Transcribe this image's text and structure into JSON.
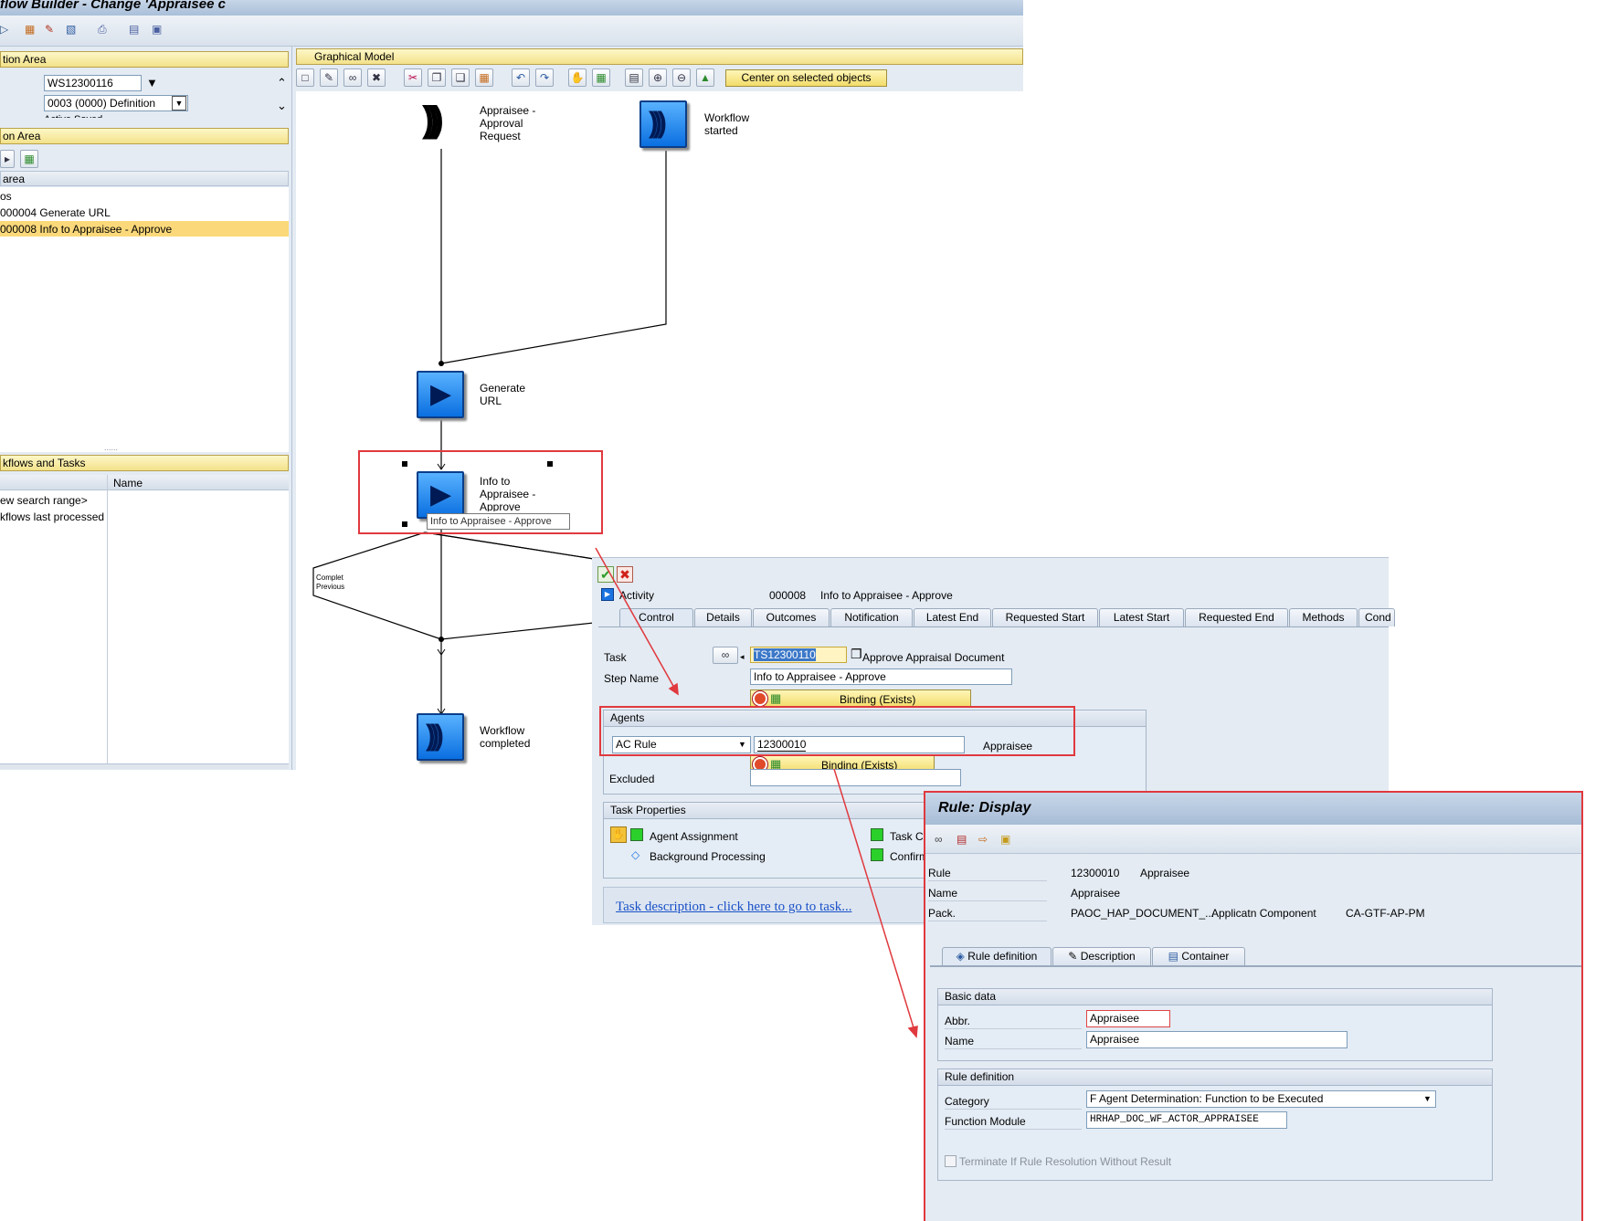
{
  "window": {
    "title": "flow Builder - Change 'Appraisee c"
  },
  "nav_area": {
    "header": "tion Area",
    "workflow_id": "WS12300116",
    "version": "0003 (0000) Definition",
    "cut_text": "Active Saved..."
  },
  "step_area": {
    "header": "on Area",
    "list_header": "area",
    "items": [
      "os",
      "000004 Generate URL",
      "000008 Info to Appraisee - Approve"
    ]
  },
  "tasks_area": {
    "header": "kflows and Tasks",
    "col_name": "Name",
    "items": [
      "ew search range>",
      "kflows last processed"
    ]
  },
  "graph": {
    "header": "Graphical Model",
    "center_button": "Center on selected objects",
    "nodes": {
      "event": "Appraisee -\nApproval\nRequest",
      "started": "Workflow\nstarted",
      "generate": "Generate\nURL",
      "info": "Info to\nAppraisee -\nApprove",
      "completed": "Workflow\ncompleted"
    },
    "tooltip": "Info to Appraisee - Approve",
    "condition": "Complet\nPrevious"
  },
  "step_detail": {
    "activity_label": "Activity",
    "step_no": "000008",
    "step_title": "Info to Appraisee - Approve",
    "tabs": [
      "Control",
      "Details",
      "Outcomes",
      "Notification",
      "Latest End",
      "Requested Start",
      "Latest Start",
      "Requested End",
      "Methods",
      "Cond"
    ],
    "task_label": "Task",
    "task_value": "TS12300110",
    "task_desc": "Approve Appraisal Document",
    "step_name_label": "Step Name",
    "step_name_value": "Info to Appraisee - Approve",
    "binding": "Binding (Exists)",
    "agents_header": "Agents",
    "agent_type": "AC Rule",
    "agent_value": "12300010",
    "agent_name": "Appraisee",
    "binding2": "Binding (Exists)",
    "excluded_label": "Excluded",
    "task_props_header": "Task Properties",
    "prop_agent": "Agent Assignment",
    "prop_background": "Background Processing",
    "prop_task_c": "Task C",
    "prop_confirm": "Confirm",
    "task_link": "Task description - click here to go to task..."
  },
  "rule_display": {
    "title": "Rule: Display",
    "rule_label": "Rule",
    "rule_no": "12300010",
    "rule_name_short": "Appraisee",
    "name_label": "Name",
    "name_value": "Appraisee",
    "pack_label": "Pack.",
    "pack_value": "PAOC_HAP_DOCUMENT_...",
    "app_comp_label": "Applicatn Component",
    "app_comp_value": "CA-GTF-AP-PM",
    "tabs": [
      "Rule definition",
      "Description",
      "Container"
    ],
    "basic_header": "Basic data",
    "abbr_label": "Abbr.",
    "abbr_value": "Appraisee",
    "bname_label": "Name",
    "bname_value": "Appraisee",
    "ruledef_header": "Rule definition",
    "category_label": "Category",
    "category_value": "F Agent Determination: Function to be Executed",
    "fm_label": "Function Module",
    "fm_value": "HRHAP_DOC_WF_ACTOR_APPRAISEE",
    "terminate_label": "Terminate If Rule Resolution Without Result"
  }
}
